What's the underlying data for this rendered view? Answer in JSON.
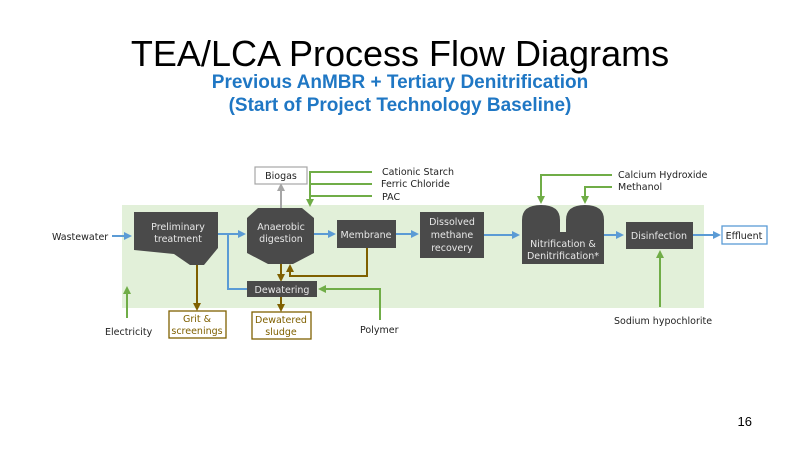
{
  "slide": {
    "title": "TEA/LCA Process Flow Diagrams",
    "subtitle_line1": "Previous AnMBR + Tertiary Denitrification",
    "subtitle_line2": "(Start of Project Technology Baseline)",
    "page_number": "16"
  },
  "diagram": {
    "colors": {
      "process_fill": "#4a4a4a",
      "boundary_fill": "#e2f0d9",
      "water_flow": "#5b9bd5",
      "chemical_input": "#70ad47",
      "solids_flow": "#7f6000",
      "biogas": "#a6a6a6"
    },
    "inputs": {
      "wastewater": "Wastewater",
      "electricity": "Electricity",
      "polymer": "Polymer",
      "sodium_hypochlorite": "Sodium hypochlorite",
      "cationic_starch": "Cationic Starch",
      "ferric_chloride": "Ferric Chloride",
      "pac": "PAC",
      "calcium_hydroxide": "Calcium Hydroxide",
      "methanol": "Methanol"
    },
    "processes": {
      "preliminary_1": "Preliminary",
      "preliminary_2": "treatment",
      "anaerobic_1": "Anaerobic",
      "anaerobic_2": "digestion",
      "membrane": "Membrane",
      "dissolved_1": "Dissolved",
      "dissolved_2": "methane",
      "dissolved_3": "recovery",
      "nitrification_1": "Nitrification &",
      "nitrification_2": "Denitrification*",
      "disinfection": "Disinfection",
      "dewatering": "Dewatering"
    },
    "outputs": {
      "biogas": "Biogas",
      "effluent": "Effluent",
      "grit_1": "Grit &",
      "grit_2": "screenings",
      "sludge_1": "Dewatered",
      "sludge_2": "sludge"
    }
  }
}
